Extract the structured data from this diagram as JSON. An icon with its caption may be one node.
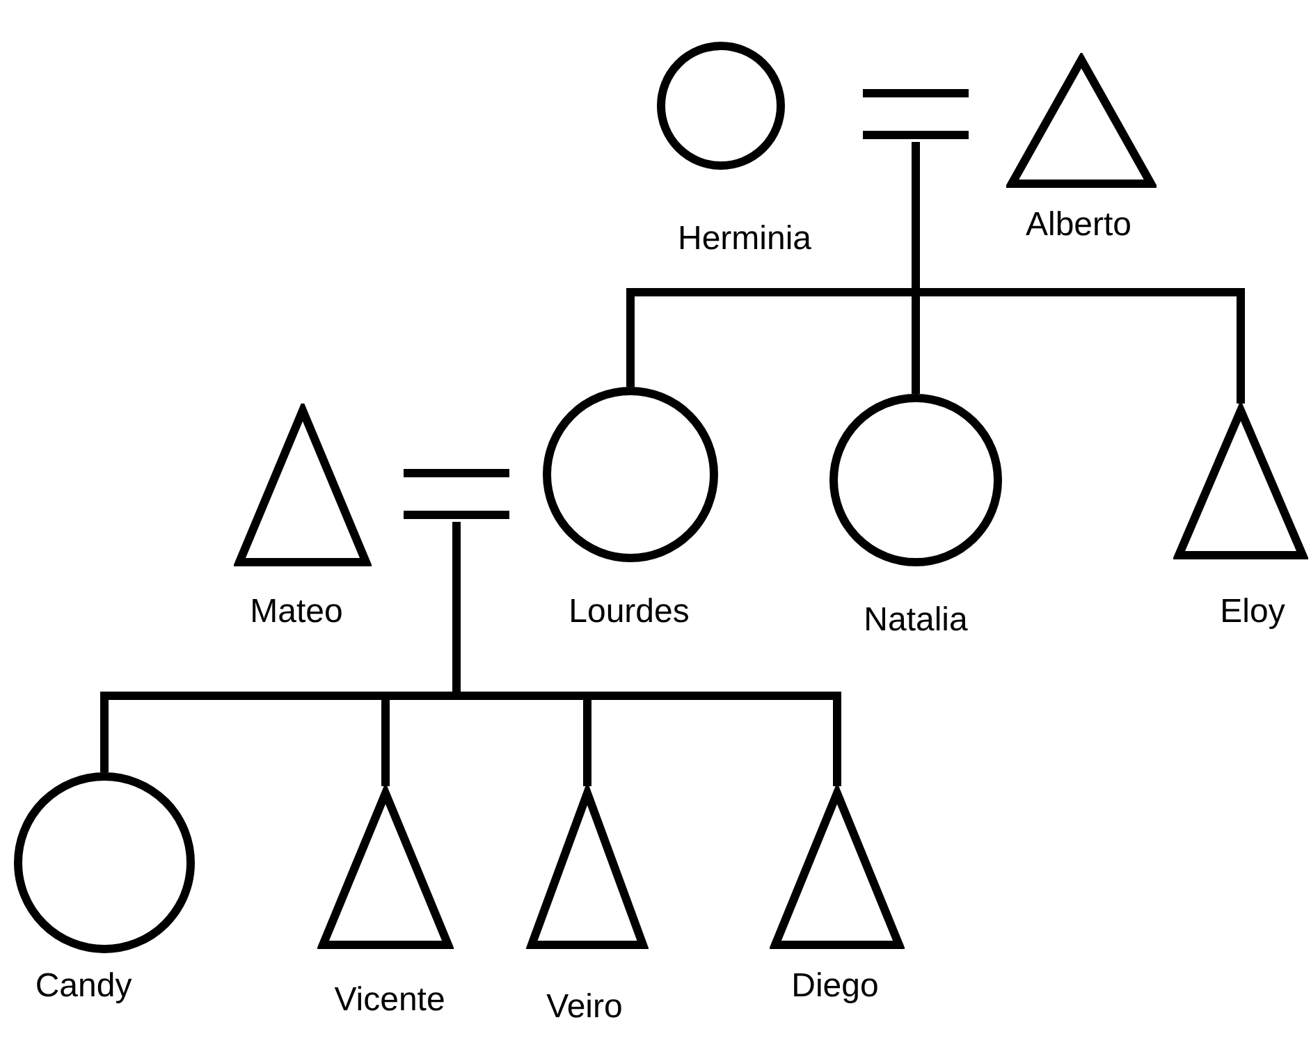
{
  "diagram": {
    "nodes": [
      {
        "text": [],
        "shape": "circle",
        "beside": [
          "Herminia"
        ]
      },
      {
        "text": [],
        "shape": "triangle",
        "beside": [
          "Alberto"
        ]
      },
      {
        "text": [],
        "shape": "bar"
      },
      {
        "text": [],
        "shape": "circle",
        "beside": [
          "Lourdes"
        ]
      },
      {
        "text": [],
        "shape": "circle",
        "beside": [
          "Natalia"
        ]
      },
      {
        "text": [],
        "shape": "triangle",
        "beside": [
          "Eloy"
        ]
      },
      {
        "text": [],
        "shape": "triangle",
        "beside": [
          "Mateo"
        ]
      },
      {
        "text": [],
        "shape": "bar"
      },
      {
        "text": [],
        "shape": "circle",
        "beside": [
          "Candy"
        ]
      },
      {
        "text": [],
        "shape": "triangle",
        "beside": [
          "Vicente"
        ]
      },
      {
        "text": [],
        "shape": "triangle",
        "beside": [
          "Veiro"
        ]
      },
      {
        "text": [],
        "shape": "triangle",
        "beside": [
          "Diego"
        ]
      }
    ],
    "edges": [
      {
        "from": 2,
        "to": 3,
        "arrow": "none"
      },
      {
        "from": 2,
        "to": 4,
        "arrow": "none"
      },
      {
        "from": 2,
        "to": 5,
        "arrow": "none"
      },
      {
        "from": 7,
        "to": 8,
        "arrow": "none"
      },
      {
        "from": 7,
        "to": 9,
        "arrow": "none"
      },
      {
        "from": 7,
        "to": 10,
        "arrow": "none"
      },
      {
        "from": 7,
        "to": 11,
        "arrow": "none"
      }
    ]
  }
}
